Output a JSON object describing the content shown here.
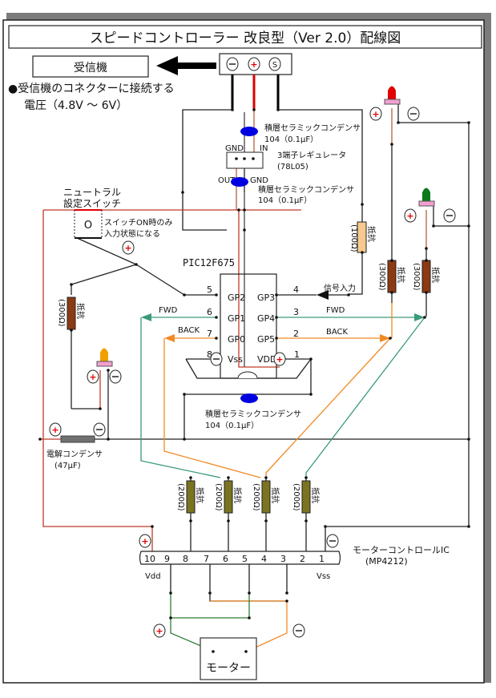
{
  "title": "スピードコントローラー 改良型（Ver 2.0）配線図",
  "receiver": {
    "label": "受信機",
    "note_line1": "●受信機のコネクターに接続する",
    "note_line2": "電圧（4.8V ～ 6V）",
    "connector_pins": [
      "⊖",
      "⊕",
      "Ⓢ"
    ]
  },
  "regulator": {
    "cap_top_line1": "積層セラミックコンデンサ",
    "cap_top_line2": "104（0.1μF）",
    "label_line1": "3端子レギュレータ",
    "label_line2": "(78L05)",
    "pin_gnd_top": "GND",
    "pin_in": "IN",
    "pin_out": "OUT",
    "pin_gnd_bottom": "GND",
    "cap_bottom_line1": "積層セラミックコンデンサ",
    "cap_bottom_line2": "104（0.1μF）"
  },
  "switch": {
    "title_line1": "ニュートラル",
    "title_line2": "設定スイッチ",
    "symbol": "O",
    "note_line1": "スイッチON時のみ",
    "note_line2": "入力状態になる"
  },
  "pic": {
    "name": "PIC12F675",
    "left_pins": [
      {
        "num": "5",
        "name": "GP2"
      },
      {
        "num": "6",
        "name": "GP1",
        "signal": "FWD"
      },
      {
        "num": "7",
        "name": "GP0",
        "signal": "BACK"
      },
      {
        "num": "8",
        "name": "Vss"
      }
    ],
    "right_pins": [
      {
        "num": "4",
        "name": "GP3",
        "signal": "信号入力"
      },
      {
        "num": "3",
        "name": "GP4",
        "signal": "FWD"
      },
      {
        "num": "2",
        "name": "GP5",
        "signal": "BACK"
      },
      {
        "num": "1",
        "name": "VDD"
      }
    ]
  },
  "cap_pic": {
    "line1": "積層セラミックコンデンサ",
    "line2": "104（0.1μF）"
  },
  "electrolytic": {
    "line1": "電解コンデンサ",
    "line2": "(47μF)"
  },
  "resistors": {
    "r100": {
      "label": "抵抗",
      "value": "(100Ω)"
    },
    "r300_led_left": {
      "label": "抵抗",
      "value": "(300Ω)"
    },
    "r300_red": {
      "label": "抵抗",
      "value": "(300Ω)"
    },
    "r300_green": {
      "label": "抵抗",
      "value": "(300Ω)"
    },
    "r200": [
      {
        "label": "抵抗",
        "value": "(200Ω)"
      },
      {
        "label": "抵抗",
        "value": "(200Ω)"
      },
      {
        "label": "抵抗",
        "value": "(200Ω)"
      },
      {
        "label": "抵抗",
        "value": "(200Ω)"
      }
    ]
  },
  "motor_ic": {
    "label_line1": "モーターコントロールIC",
    "label_line2": "(MP4212)",
    "pins": [
      "10",
      "9",
      "8",
      "7",
      "6",
      "5",
      "4",
      "3",
      "2",
      "1"
    ],
    "vdd": "Vdd",
    "vss": "Vss"
  },
  "motor": {
    "label": "モーター"
  },
  "symbols": {
    "plus": "+",
    "minus": "−"
  },
  "colors": {
    "red_wire": "#c0392b",
    "orange_wire": "#f08a24",
    "teal_wire": "#3a9a7a",
    "green_wire": "#2e7d32",
    "brown_wire": "#b5623a",
    "cap_blue": "#0000e0",
    "resistor_brown": "#8b3a14",
    "resistor_olive": "#7a7420",
    "resistor_tan": "#f7c98e",
    "led_red": "#e00000",
    "led_green": "#0b7a1a",
    "led_orange": "#f0a000",
    "led_base": "#f2a0d0",
    "elec_cap": "#707070",
    "shadow": "#7c7c7c"
  }
}
